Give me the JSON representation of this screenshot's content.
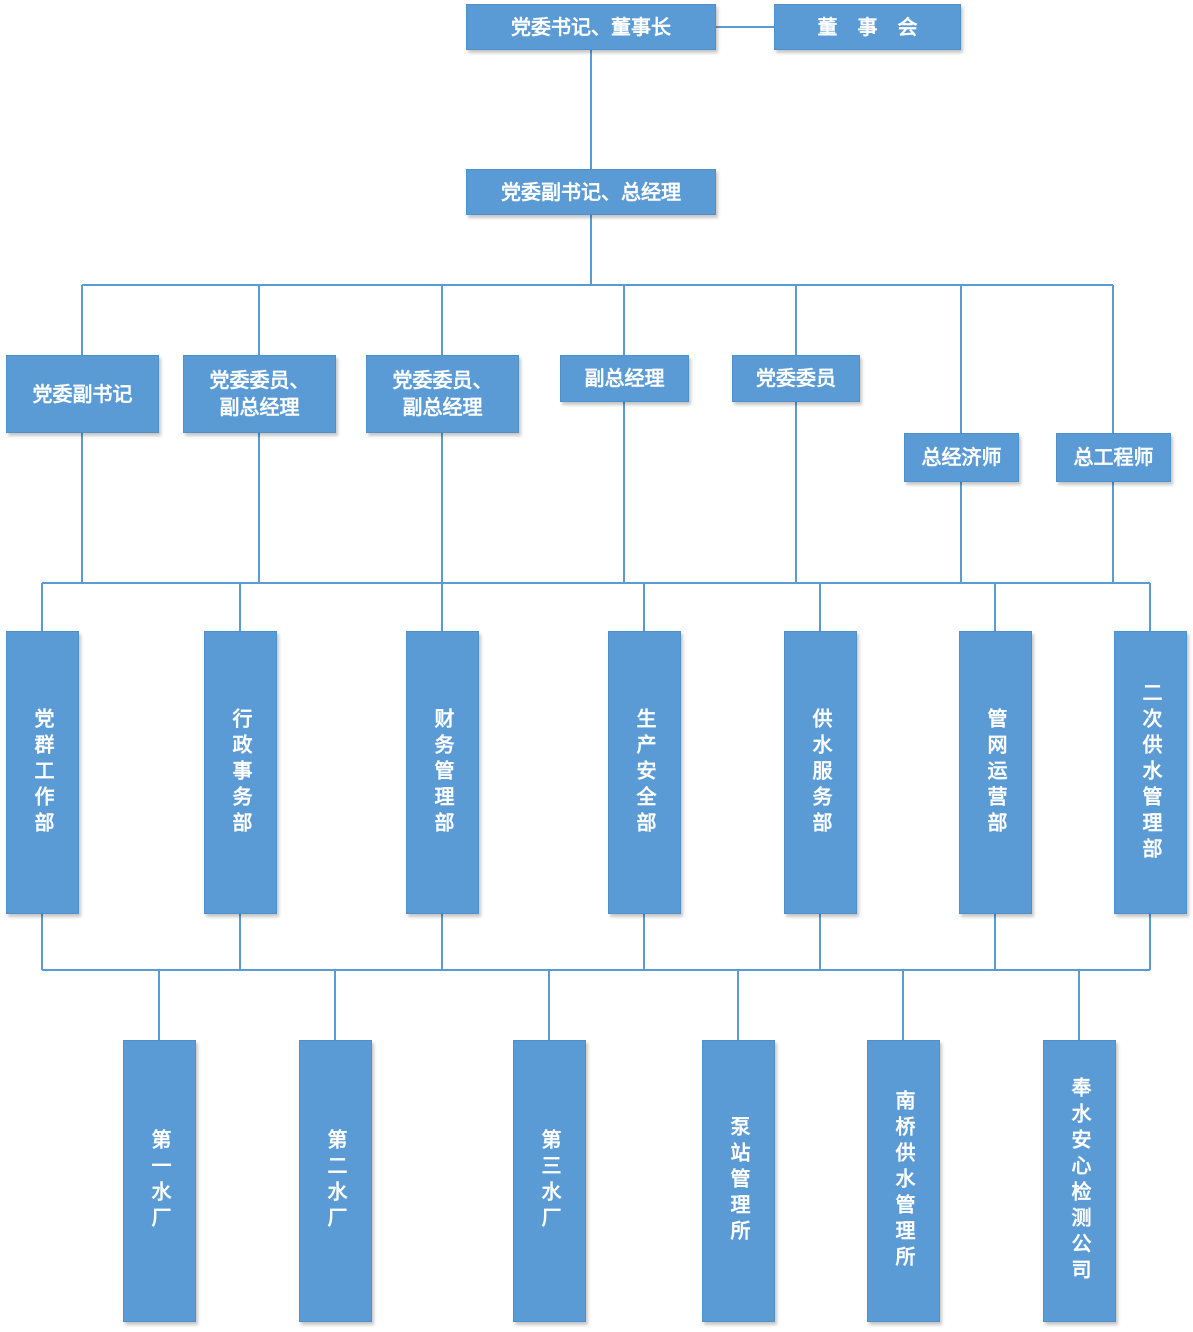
{
  "top": {
    "secretary_chairman": "党委书记、董事长",
    "board": "董　事　会"
  },
  "general_manager": "党委副书记、总经理",
  "leaders": [
    "党委副书记",
    "党委委员、\n副总经理",
    "党委委员、\n副总经理",
    "副总经理",
    "党委委员",
    "总经济师",
    "总工程师"
  ],
  "departments": [
    "党群工作部",
    "行政事务部",
    "财务管理部",
    "生产安全部",
    "供水服务部",
    "管网运营部",
    "二次供水管理部"
  ],
  "units": [
    "第一水厂",
    "第二水厂",
    "第三水厂",
    "泵站管理所",
    "南桥供水管理所",
    "奉水安心检测公司"
  ],
  "colors": {
    "box_fill": "#5b9bd5",
    "box_text": "#ffffff",
    "connector": "#5b9bd5"
  }
}
